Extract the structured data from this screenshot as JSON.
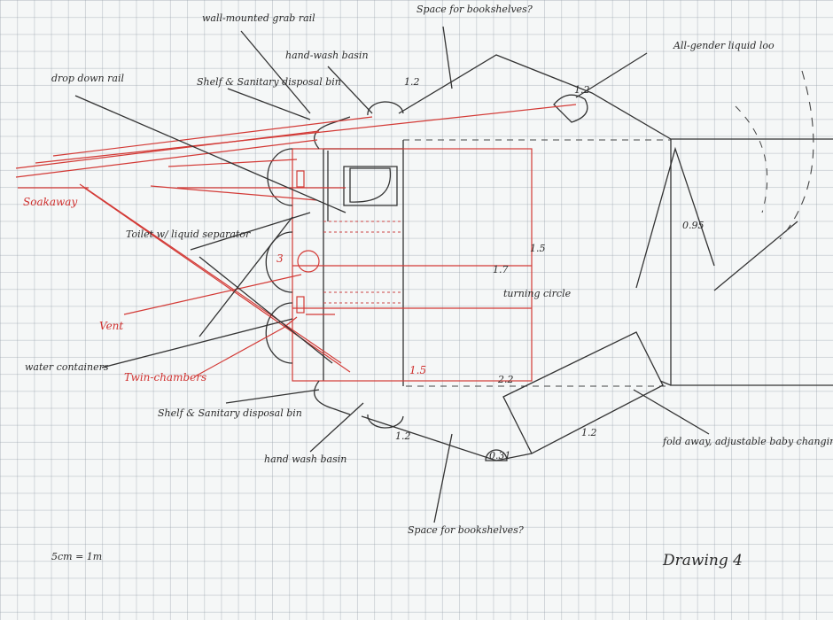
{
  "labels": {
    "space_top": "Space for bookshelves?",
    "wall_rail": "wall-mounted grab rail",
    "basin_top": "hand-wash basin",
    "all_gender": "All-gender liquid loo",
    "drop_rail": "drop down rail",
    "shelf_top": "Shelf & Sanitary disposal bin",
    "soakaway": "Soakaway",
    "toilet": "Toilet w/ liquid separator",
    "vent": "Vent",
    "water": "water containers",
    "twin": "Twin-chambers",
    "shelf_bottom": "Shelf & Sanitary disposal bin",
    "basin_bottom": "hand wash basin",
    "space_bottom": "Space for bookshelves?",
    "fold_away": "fold away, adjustable baby changing unit",
    "turning": "turning circle",
    "scale": "5cm = 1m",
    "drawing": "Drawing 4"
  },
  "dimensions": {
    "top_wall": "1.2",
    "top_loo": "1.2",
    "arc": "0.95",
    "circle_h": "1.7",
    "circle_w": "1.5",
    "inner_width": "1.5",
    "inner_bottom": "2.2",
    "bottom_wall": "1.2",
    "bottom_door": "1.2",
    "bottom_dia": "0.31",
    "vent_no": "3"
  },
  "colors": {
    "ink": "#2a2a2a",
    "red": "#d0302e",
    "grid": "#9aa3ab"
  }
}
